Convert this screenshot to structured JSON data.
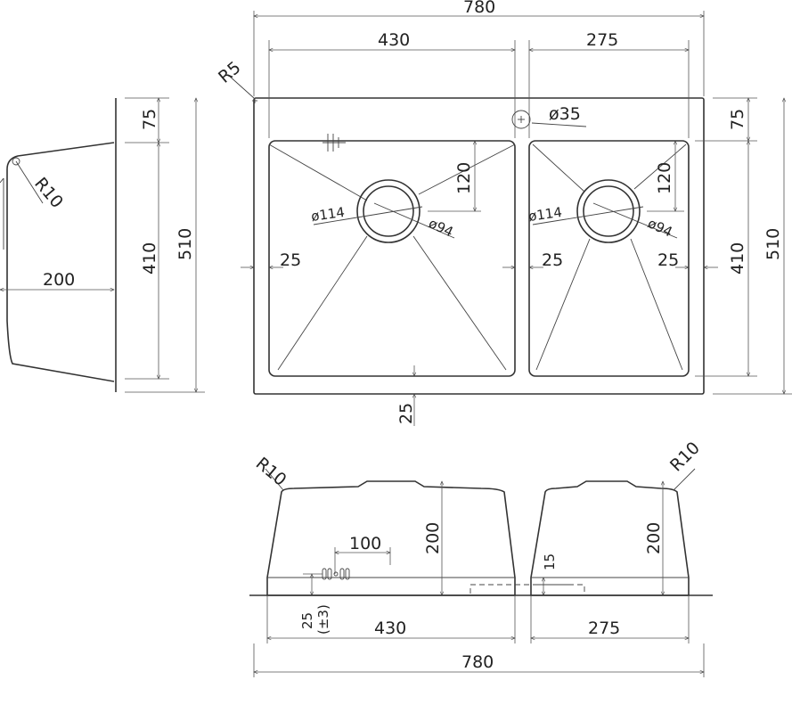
{
  "top_view": {
    "overall_width": "780",
    "left_bowl_width": "430",
    "right_bowl_width": "275",
    "corner_radius": "R5",
    "tap_hole": "ø35",
    "left_front_margin": "75",
    "left_bowl_depth": "410",
    "left_total_depth": "510",
    "right_front_margin": "75",
    "right_bowl_depth": "410",
    "right_total_depth": "510",
    "left_drain_offset": "120",
    "right_drain_offset": "120",
    "left_drain_outer": "ø114",
    "left_drain_inner": "ø94",
    "right_drain_outer": "ø114",
    "right_drain_inner": "ø94",
    "margin_left": "25",
    "margin_middle": "25",
    "margin_right": "25",
    "margin_bottom": "25"
  },
  "side_view": {
    "radius": "R10",
    "width": "200"
  },
  "front_view": {
    "left_radius": "R10",
    "right_radius": "R10",
    "left_depth": "200",
    "right_depth": "200",
    "overflow_offset": "100",
    "lip": "15",
    "tolerance_value": "25",
    "tolerance_range": "(±3)",
    "bottom_left_width": "430",
    "bottom_right_width": "275",
    "bottom_overall_width": "780"
  }
}
